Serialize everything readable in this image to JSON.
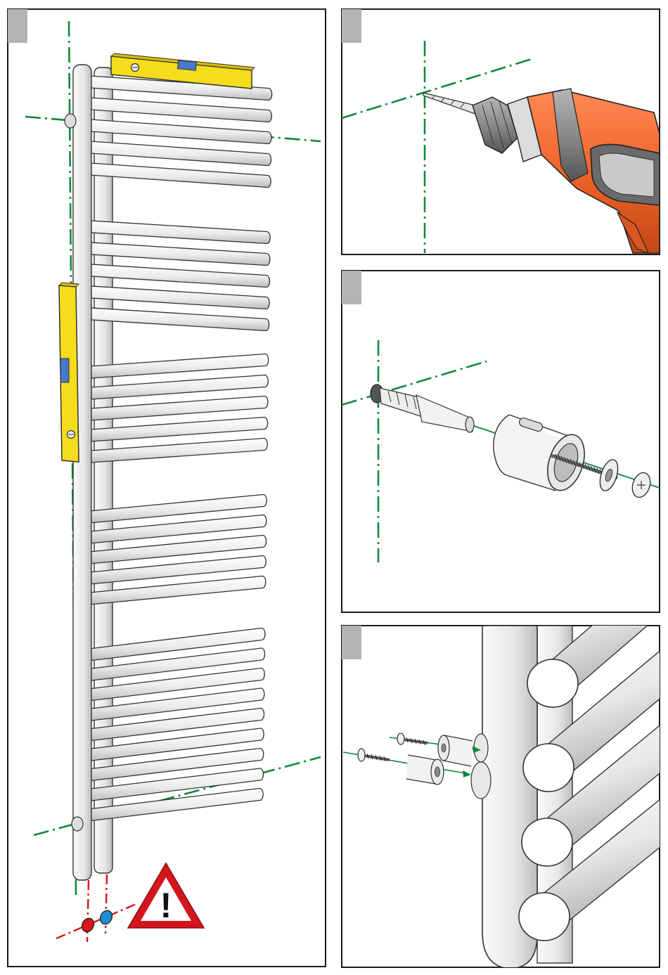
{
  "colors": {
    "frame": "#1a1a1a",
    "step_tab": "#b3b3b3",
    "guide_green": "#11883a",
    "level_yellow": "#f6dd1c",
    "level_blue": "#4a78c8",
    "drill_orange": "#f0642a",
    "drill_gray": "#7d7d7d",
    "warn_red": "#d4161c",
    "pipe_red": "#e0141b",
    "pipe_blue": "#1f8fd4",
    "tube_fill": "#f4f4f4",
    "tube_stroke": "#333333"
  },
  "panels": [
    {
      "id": "panel-1",
      "content": "radiator-level-alignment",
      "icons": [
        "spirit-level-icon",
        "warning-triangle-icon",
        "hot-pipe-icon",
        "cold-pipe-icon"
      ]
    },
    {
      "id": "panel-2",
      "content": "drill-wall-at-crosshair",
      "icons": [
        "drill-icon"
      ]
    },
    {
      "id": "panel-3",
      "content": "anchor-spacer-screw-exploded",
      "icons": [
        "wall-plug-icon",
        "spacer-icon",
        "washer-icon",
        "screw-icon"
      ]
    },
    {
      "id": "panel-4",
      "content": "attach-spacers-to-radiator",
      "icons": [
        "screw-icon",
        "spacer-icon"
      ]
    }
  ],
  "warning": {
    "symbol": "!"
  }
}
